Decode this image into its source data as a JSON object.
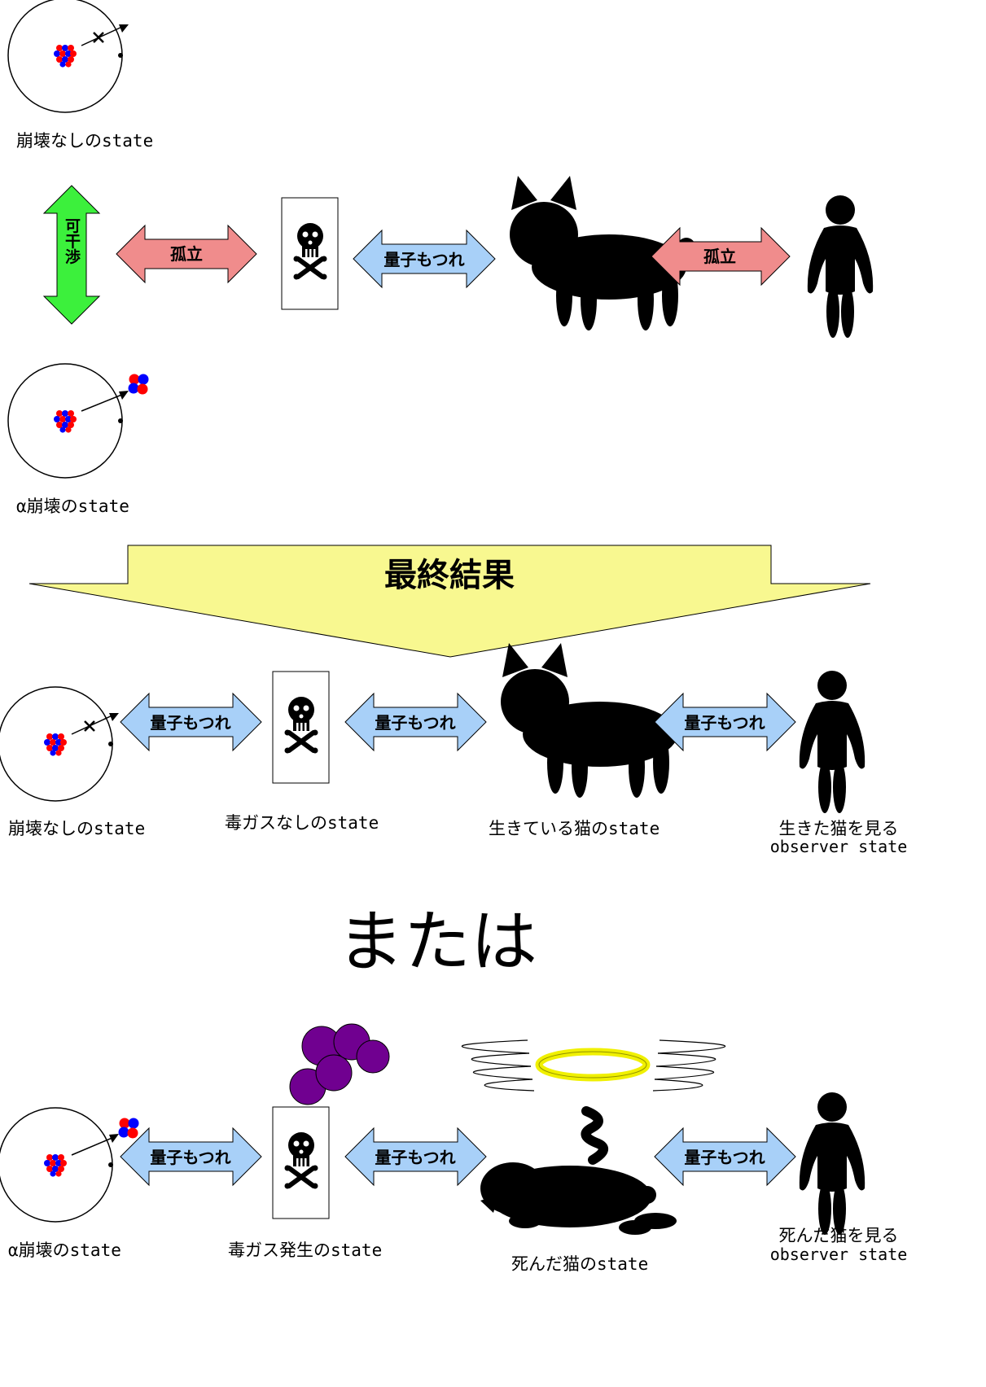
{
  "labels": {
    "no_decay_state": "崩壊なしのstate",
    "alpha_decay_state": "α崩壊のstate",
    "no_gas_state": "毒ガスなしのstate",
    "gas_state": "毒ガス発生のstate",
    "alive_cat_state": "生きている猫のstate",
    "dead_cat_state": "死んだ猫のstate",
    "alive_observer_line1": "生きた猫を見る",
    "alive_observer_line2": "observer state",
    "dead_observer_line1": "死んだ猫を見る",
    "dead_observer_line2": "observer state"
  },
  "arrows": {
    "interference": "可干渉",
    "isolation": "孤立",
    "entanglement": "量子もつれ"
  },
  "headings": {
    "final_result": "最終結果",
    "or": "または"
  },
  "colors": {
    "interference_green": "#3cf03c",
    "isolation_pink": "#f08c8c",
    "entanglement_blue": "#a8d0f8",
    "final_yellow": "#f8f890",
    "gas_purple": "#700090",
    "halo_yellow": "#f0f000",
    "proton_red": "#ff0000",
    "neutron_blue": "#0000ff"
  },
  "icons": [
    "atom-icon",
    "skull-crossbones-icon",
    "cat-silhouette-icon",
    "dead-cat-icon",
    "person-silhouette-icon",
    "poison-gas-icon",
    "halo-icon"
  ]
}
